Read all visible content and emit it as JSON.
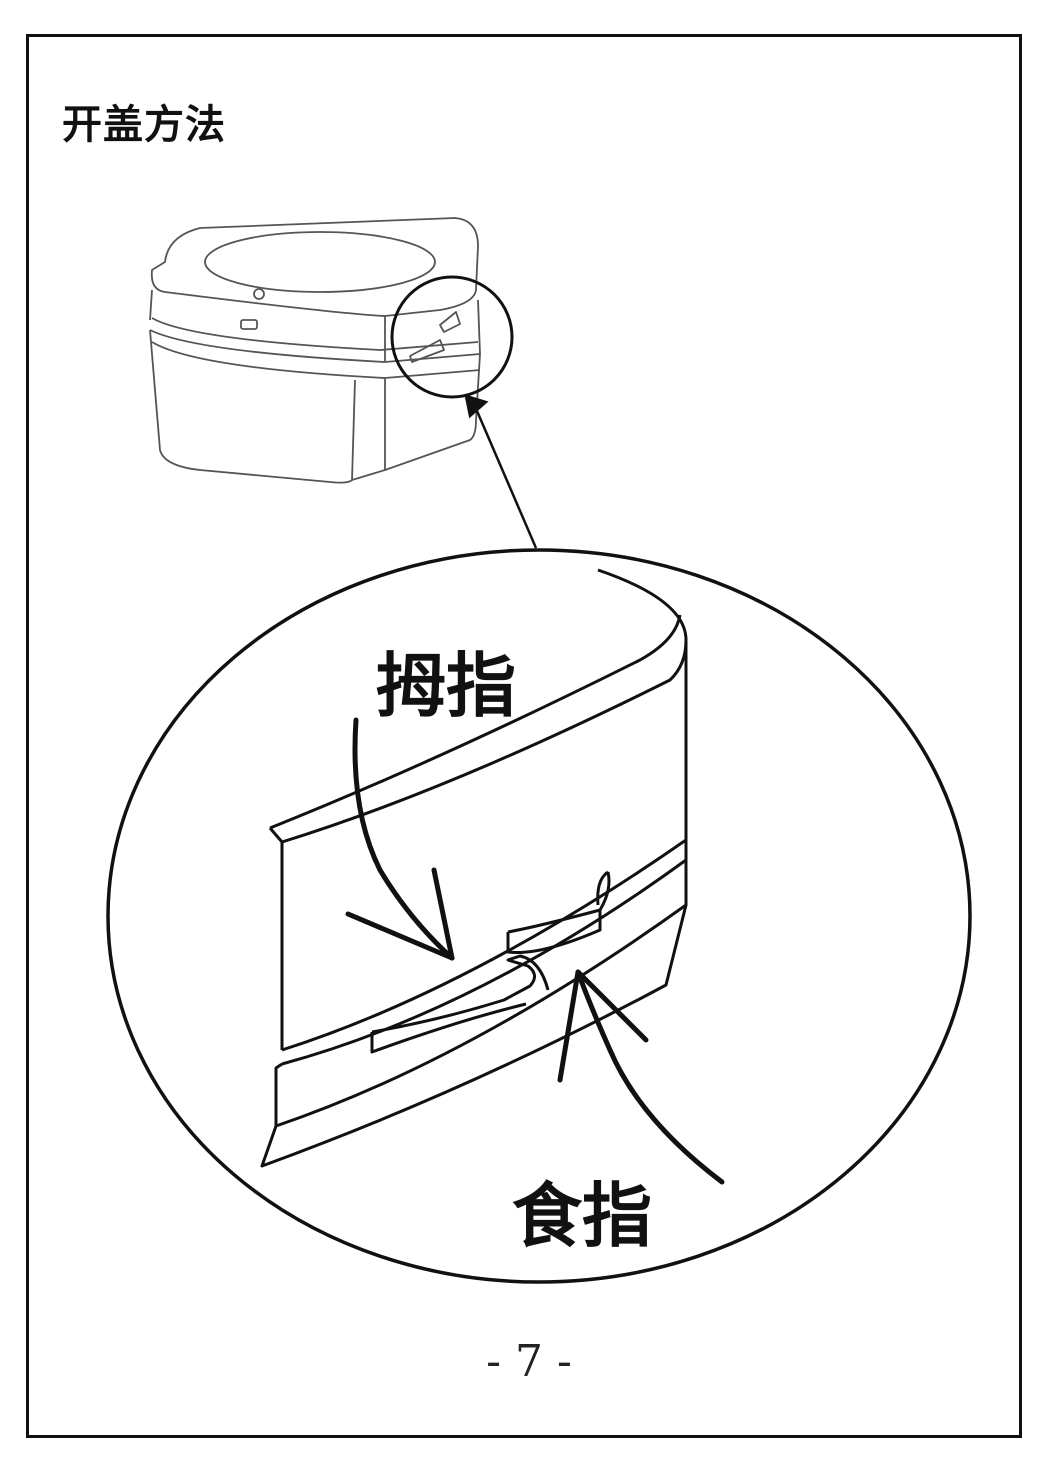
{
  "page": {
    "title": "开盖方法",
    "page_number": "- 7 -"
  },
  "labels": {
    "thumb": "拇指",
    "index_finger": "食指"
  },
  "colors": {
    "ink": "#111111",
    "light_ink": "#555555",
    "background": "#ffffff"
  }
}
